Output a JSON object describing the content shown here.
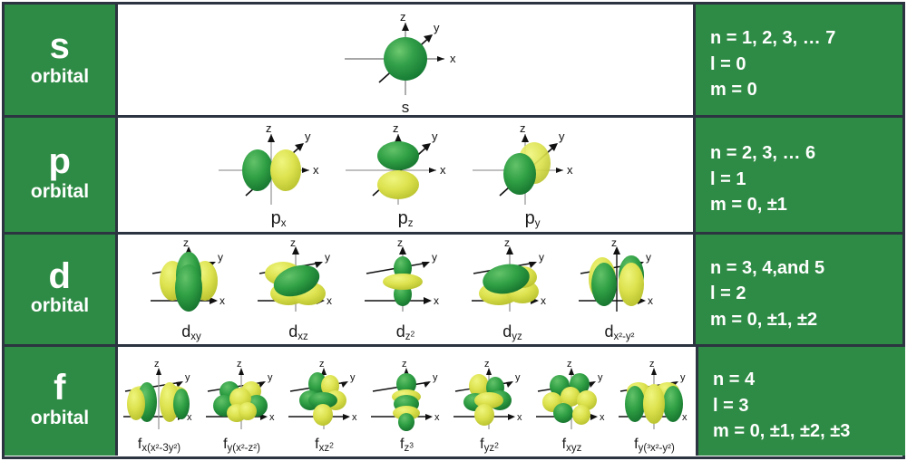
{
  "title": "Atomic Orbitals Table",
  "colors": {
    "panel_green": "#2e8b45",
    "border": "#2b3440",
    "lobe_dark_green": "#2e9b3e",
    "lobe_yellow_green": "#d7e04a",
    "background": "#ffffff",
    "text_white": "#ffffff",
    "text_black": "#1a1a1a"
  },
  "axis_labels": {
    "x": "x",
    "y": "y",
    "z": "z"
  },
  "rows": [
    {
      "id": "s",
      "letter": "s",
      "word": "orbital",
      "quantum": {
        "n": "n = 1, 2, 3, … 7",
        "l": "l = 0",
        "m": "m = 0"
      },
      "orbitals": [
        {
          "id": "s",
          "base": "s",
          "sub": "",
          "sup": ""
        }
      ]
    },
    {
      "id": "p",
      "letter": "p",
      "word": "orbital",
      "quantum": {
        "n": "n = 2, 3, … 6",
        "l": "l = 1",
        "m": "m = 0, ±1"
      },
      "orbitals": [
        {
          "id": "px",
          "base": "p",
          "sub": "x",
          "sup": ""
        },
        {
          "id": "pz",
          "base": "p",
          "sub": "z",
          "sup": ""
        },
        {
          "id": "py",
          "base": "p",
          "sub": "y",
          "sup": ""
        }
      ]
    },
    {
      "id": "d",
      "letter": "d",
      "word": "orbital",
      "quantum": {
        "n": "n = 3, 4,and 5",
        "l": "l = 2",
        "m": "m = 0, ±1, ±2"
      },
      "orbitals": [
        {
          "id": "dxy",
          "base": "d",
          "sub": "xy",
          "sup": ""
        },
        {
          "id": "dxz",
          "base": "d",
          "sub": "xz",
          "sup": ""
        },
        {
          "id": "dz2",
          "base": "d",
          "sub": "z",
          "sup": "2"
        },
        {
          "id": "dyz",
          "base": "d",
          "sub": "yz",
          "sup": ""
        },
        {
          "id": "dx2y2",
          "base": "d",
          "sub": "x²-y²",
          "sup": ""
        }
      ]
    },
    {
      "id": "f",
      "letter": "f",
      "word": "orbital",
      "quantum": {
        "n": "n = 4",
        "l": "l = 3",
        "m": "m = 0, ±1, ±2, ±3"
      },
      "orbitals": [
        {
          "id": "fx_x2_3y2",
          "base": "f",
          "sub": "x(x²-3y²)",
          "sup": ""
        },
        {
          "id": "fy_x2_z2",
          "base": "f",
          "sub": "y(x²-z²)",
          "sup": ""
        },
        {
          "id": "fxz2",
          "base": "f",
          "sub": "xz",
          "sup": "2"
        },
        {
          "id": "fz3",
          "base": "f",
          "sub": "z",
          "sup": "3"
        },
        {
          "id": "fyz2",
          "base": "f",
          "sub": "yz",
          "sup": "2"
        },
        {
          "id": "fxyz",
          "base": "f",
          "sub": "xyz",
          "sup": ""
        },
        {
          "id": "fy_3x2_y2",
          "base": "f",
          "sub": "y(³x²-y²)",
          "sup": ""
        }
      ]
    }
  ]
}
